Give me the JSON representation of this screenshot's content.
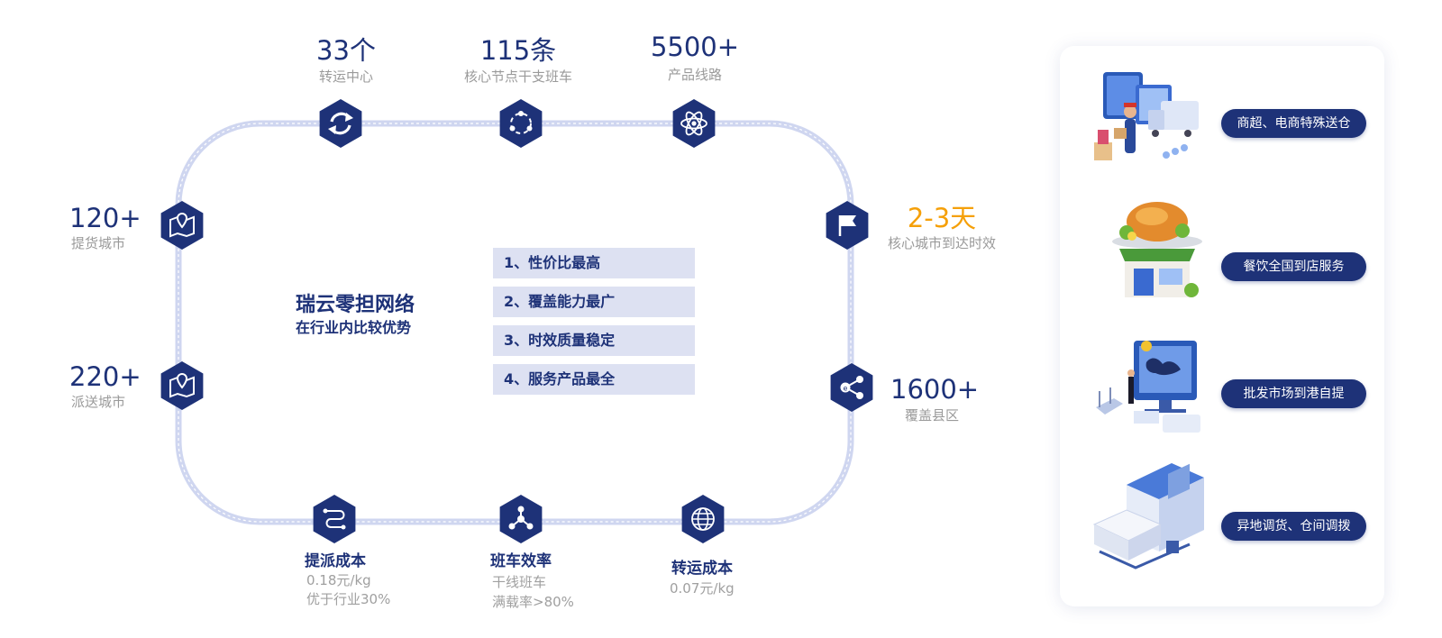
{
  "colors": {
    "navy": "#1e3278",
    "orange": "#f5a00a",
    "gray": "#9a9a9a",
    "track": "#c9d1ef",
    "box": "#dde1f2"
  },
  "top_stats": [
    {
      "value": "33个",
      "label": "转运中心",
      "icon": "refresh-icon"
    },
    {
      "value": "115条",
      "label": "核心节点干支班车",
      "icon": "cycle-nodes-icon"
    },
    {
      "value": "5500+",
      "label": "产品线路",
      "icon": "atom-icon"
    }
  ],
  "left_stats": [
    {
      "value": "120+",
      "label": "提货城市",
      "icon": "map-pin-icon"
    },
    {
      "value": "220+",
      "label": "派送城市",
      "icon": "map-pin-icon"
    }
  ],
  "right_stats": [
    {
      "value": "2-3天",
      "label": "核心城市到达时效",
      "icon": "flag-icon"
    },
    {
      "value": "1600+",
      "label": "覆盖县区",
      "icon": "share-icon"
    }
  ],
  "bottom_stats": [
    {
      "title": "提派成本",
      "lines": [
        "0.18元/kg",
        "优于行业30%"
      ],
      "icon": "route-icon"
    },
    {
      "title": "班车效率",
      "lines": [
        "干线班车",
        "满载率>80%"
      ],
      "icon": "network-icon"
    },
    {
      "title": "转运成本",
      "lines": [
        "0.07元/kg"
      ],
      "icon": "globe-icon"
    }
  ],
  "center": {
    "title": "瑞云零担网络",
    "subtitle": "在行业内比较优势"
  },
  "advantages": [
    "1、性价比最高",
    "2、覆盖能力最广",
    "3、时效质量稳定",
    "4、服务产品最全"
  ],
  "services": [
    {
      "label": "商超、电商特殊送仓",
      "illustration": "truck-delivery-illustration"
    },
    {
      "label": "餐饮全国到店服务",
      "illustration": "restaurant-illustration"
    },
    {
      "label": "批发市场到港自提",
      "illustration": "wholesale-port-illustration"
    },
    {
      "label": "异地调货、仓间调拨",
      "illustration": "warehouse-illustration"
    }
  ]
}
